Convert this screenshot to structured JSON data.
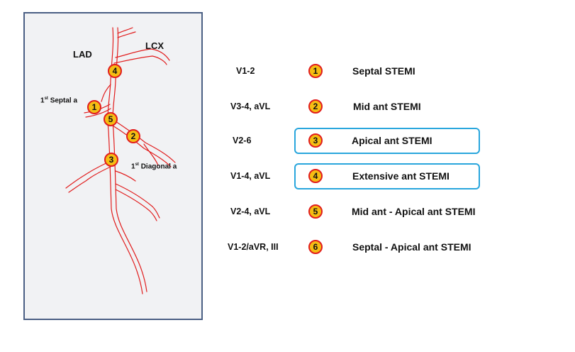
{
  "diagram": {
    "labels": {
      "lad": "LAD",
      "lcx": "LCX",
      "septal_sup": "st",
      "septal_text": "Septal a",
      "septal_prefix": "1",
      "diag_prefix": "1",
      "diag_sup": "st",
      "diag_text": "Diagonal a"
    },
    "markers": [
      "4",
      "1",
      "5",
      "2",
      "3"
    ]
  },
  "table": {
    "rows": [
      {
        "leads": "V1-2",
        "marker": "1",
        "label": "Septal STEMI",
        "highlighted": false
      },
      {
        "leads": "V3-4, aVL",
        "marker": "2",
        "label": "Mid ant STEMI",
        "highlighted": false
      },
      {
        "leads": "V2-6",
        "marker": "3",
        "label": "Apical ant STEMI",
        "highlighted": true
      },
      {
        "leads": "V1-4, aVL",
        "marker": "4",
        "label": "Extensive ant STEMI",
        "highlighted": true
      },
      {
        "leads": "V2-4, aVL",
        "marker": "5",
        "label": "Mid ant - Apical  ant STEMI",
        "highlighted": false
      },
      {
        "leads": "V1-2/aVR, III",
        "marker": "6",
        "label": "Septal - Apical ant STEMI",
        "highlighted": false
      }
    ]
  },
  "colors": {
    "vessel": "#e11d1d",
    "marker_fill": "#f5bd13",
    "marker_border": "#e11d1d",
    "highlight_border": "#29a6dd",
    "panel_border": "#4a5f84",
    "panel_bg": "#f1f2f4"
  }
}
